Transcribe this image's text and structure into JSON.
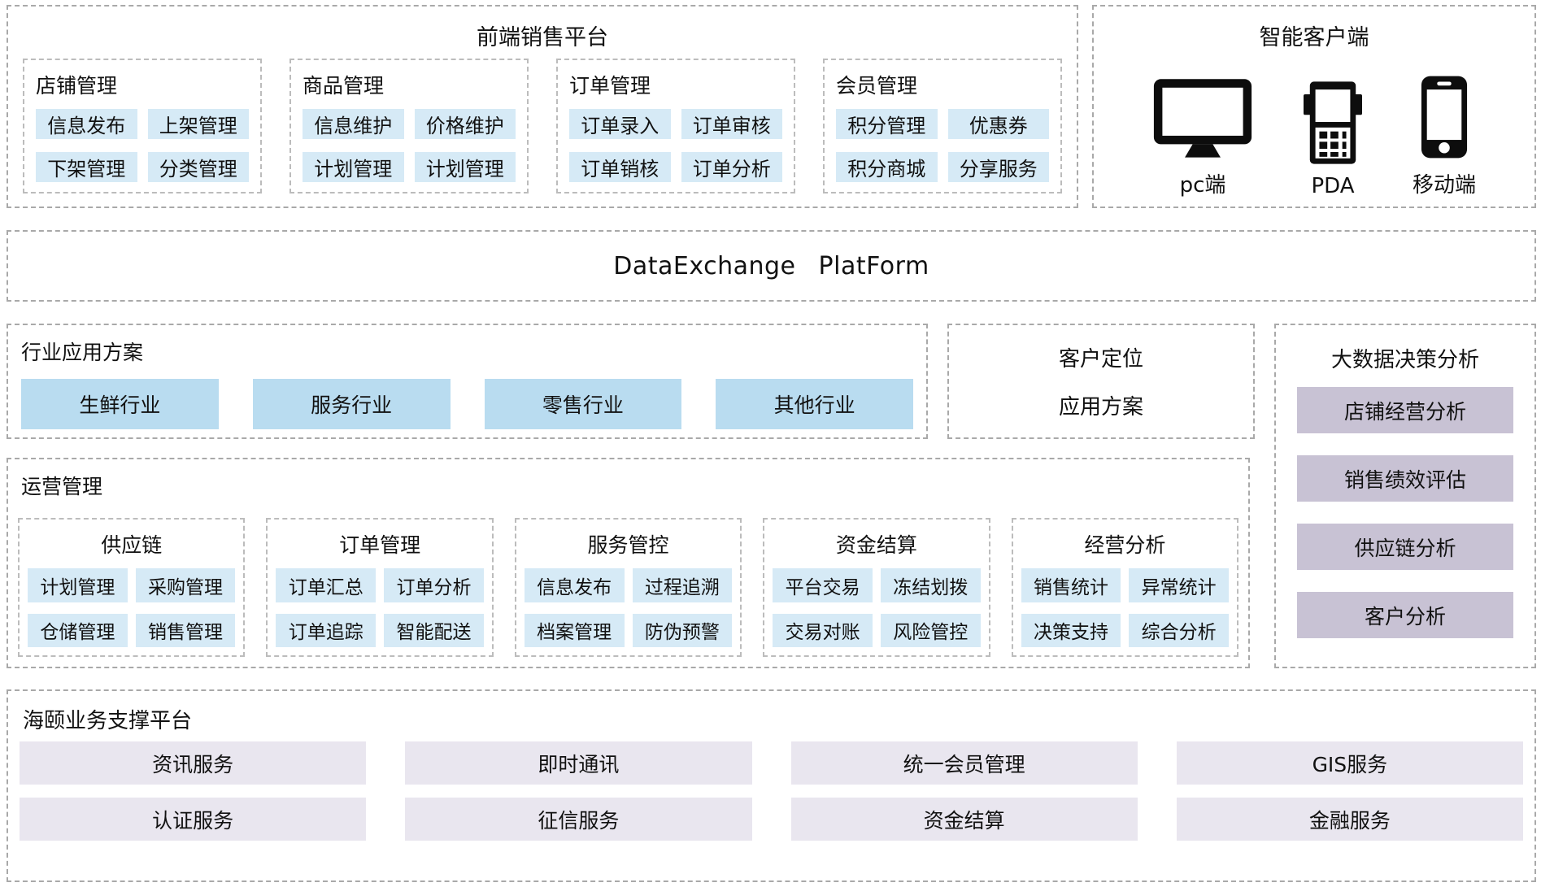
{
  "frontend": {
    "title": "前端销售平台",
    "groups": [
      {
        "title": "店铺管理",
        "items": [
          "信息发布",
          "上架管理",
          "下架管理",
          "分类管理"
        ]
      },
      {
        "title": "商品管理",
        "items": [
          "信息维护",
          "价格维护",
          "计划管理",
          "计划管理"
        ]
      },
      {
        "title": "订单管理",
        "items": [
          "订单录入",
          "订单审核",
          "订单销核",
          "订单分析"
        ]
      },
      {
        "title": "会员管理",
        "items": [
          "积分管理",
          "优惠券",
          "积分商城",
          "分享服务"
        ]
      }
    ]
  },
  "clients": {
    "title": "智能客户端",
    "devices": [
      {
        "icon": "desktop-icon",
        "label": "pc端"
      },
      {
        "icon": "pda-icon",
        "label": "PDA"
      },
      {
        "icon": "smartphone-icon",
        "label": "移动端"
      }
    ]
  },
  "exchange": {
    "title": "DataExchange PlatForm"
  },
  "industry": {
    "title": "行业应用方案",
    "items": [
      "生鲜行业",
      "服务行业",
      "零售行业",
      "其他行业"
    ]
  },
  "customer": {
    "line1": "客户定位",
    "line2": "应用方案"
  },
  "bigdata": {
    "title": "大数据决策分析",
    "items": [
      "店铺经营分析",
      "销售绩效评估",
      "供应链分析",
      "客户分析"
    ]
  },
  "operations": {
    "title": "运营管理",
    "groups": [
      {
        "title": "供应链",
        "items": [
          "计划管理",
          "采购管理",
          "仓储管理",
          "销售管理"
        ]
      },
      {
        "title": "订单管理",
        "items": [
          "订单汇总",
          "订单分析",
          "订单追踪",
          "智能配送"
        ]
      },
      {
        "title": "服务管控",
        "items": [
          "信息发布",
          "过程追溯",
          "档案管理",
          "防伪预警"
        ]
      },
      {
        "title": "资金结算",
        "items": [
          "平台交易",
          "冻结划拨",
          "交易对账",
          "风险管控"
        ]
      },
      {
        "title": "经营分析",
        "items": [
          "销售统计",
          "异常统计",
          "决策支持",
          "综合分析"
        ]
      }
    ]
  },
  "support": {
    "title": "海颐业务支撑平台",
    "rows": [
      [
        "资讯服务",
        "即时通讯",
        "统一会员管理",
        "GIS服务"
      ],
      [
        "认证服务",
        "征信服务",
        "资金结算",
        "金融服务"
      ]
    ]
  },
  "colors": {
    "chip_blue": "#d6eaf6",
    "chip_blue_dark": "#b9dcf0",
    "chip_lavender": "#c8c2d4",
    "bar_lavender": "#e9e6ef",
    "dash_border": "#a9a9a9",
    "icon_black": "#0d0d0d"
  }
}
